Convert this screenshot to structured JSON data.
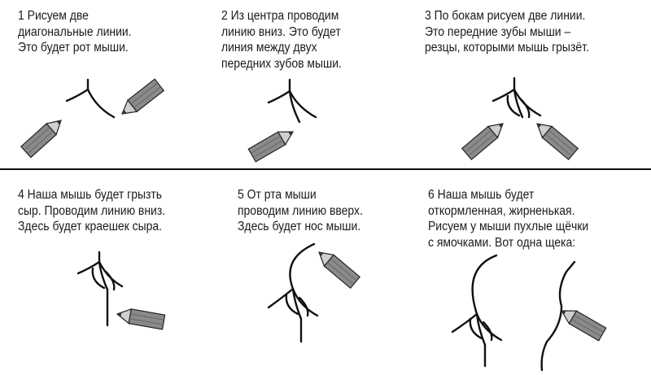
{
  "steps": [
    {
      "number": "1",
      "text": "1 Рисуем две\nдиагональные линии.\nЭто будет рот мыши."
    },
    {
      "number": "2",
      "text": "2 Из центра проводим\nлинию вниз. Это будет\nлиния между двух\nпередних зубов мыши."
    },
    {
      "number": "3",
      "text": "3 По бокам рисуем две линии.\nЭто передние зубы мыши –\nрезцы, которыми мышь грызёт."
    },
    {
      "number": "4",
      "text": "4 Наша мышь будет грызть\nсыр. Проводим линию вниз.\nЗдесь будет краешек сыра."
    },
    {
      "number": "5",
      "text": "5 От рта мыши\nпроводим линию вверх.\nЗдесь будет нос мыши."
    },
    {
      "number": "6",
      "text": "6 Наша мышь будет\nоткормленная, жирненькая.\nРисуем у мыши пухлые щёчки\nс ямочками. Вот одна щека:"
    }
  ],
  "colors": {
    "ink": "#111111",
    "pencil_body": "#8a8a8a",
    "pencil_tip": "#3a3a3a"
  }
}
